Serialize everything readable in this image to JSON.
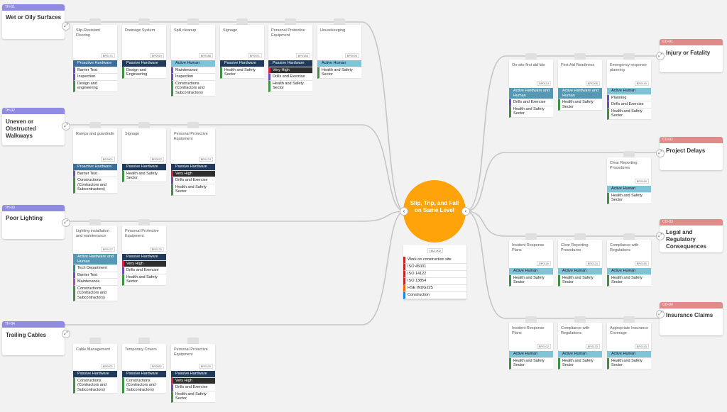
{
  "hazard": {
    "title": "Slip, Trip, and Fall on Same Level",
    "code": "HAZ-002",
    "tags": [
      {
        "label": "Work on construction site",
        "color": "red"
      },
      {
        "label": "ISO 45001",
        "color": "red"
      },
      {
        "label": "ISO 14122",
        "color": "red"
      },
      {
        "label": "ISO 13854",
        "color": "red"
      },
      {
        "label": "HSE INDG225",
        "color": "orange"
      },
      {
        "label": "Construction",
        "color": "blue"
      }
    ]
  },
  "threats": [
    {
      "code": "TH-01",
      "title": "Wet or Oily Surfaces",
      "barriers": [
        {
          "name": "Slip-Resistant Flooring",
          "id": "BP0171",
          "rows": [
            {
              "text": "Proactive Hardware",
              "style": "hw-proactive"
            },
            {
              "text": "Barrier Test",
              "style": "cat-purple"
            },
            {
              "text": "Inspection",
              "style": "cat-purple"
            },
            {
              "text": "Design and engineering",
              "style": "cat-green"
            }
          ]
        },
        {
          "name": "Drainage System",
          "id": "BP0019",
          "rows": [
            {
              "text": "Passive Hardware",
              "style": "hw-passive"
            },
            {
              "text": "Design and Engineering",
              "style": "cat-green"
            }
          ]
        },
        {
          "name": "Spill cleanup",
          "id": "BP0188",
          "rows": [
            {
              "text": "Active Human",
              "style": "hw-human"
            },
            {
              "text": "Maintenance",
              "style": "cat-purple"
            },
            {
              "text": "Inspection",
              "style": "cat-purple"
            },
            {
              "text": "Constructions (Contractors and Subcontractors)",
              "style": "cat-green"
            }
          ]
        },
        {
          "name": "Signage",
          "id": "BP0071",
          "rows": [
            {
              "text": "Passive Hardware",
              "style": "hw-passive"
            },
            {
              "text": "Health and Safety Sector",
              "style": "cat-green"
            }
          ]
        },
        {
          "name": "Personal Protective Equipment",
          "id": "BP0168",
          "rows": [
            {
              "text": "Passive Hardware",
              "style": "hw-passive"
            },
            {
              "text": "Very High",
              "style": "effectiveness"
            },
            {
              "text": "Drills and Exercise",
              "style": "cat-purple"
            },
            {
              "text": "Health and Safety Sector",
              "style": "cat-green"
            }
          ]
        },
        {
          "name": "Housekeeping",
          "id": "BP0093",
          "rows": [
            {
              "text": "Active Human",
              "style": "hw-human"
            },
            {
              "text": "Health and Safety Sector",
              "style": "cat-green"
            }
          ]
        }
      ]
    },
    {
      "code": "TH-02",
      "title": "Uneven or Obstructed Walkways",
      "barriers": [
        {
          "name": "Ramps and guardrails",
          "id": "BP0001",
          "rows": [
            {
              "text": "Proactive Hardware",
              "style": "hw-proactive"
            },
            {
              "text": "Barrier Test",
              "style": "cat-purple"
            },
            {
              "text": "Constructions (Contractors and Subcontractors)",
              "style": "cat-green"
            }
          ]
        },
        {
          "name": "Signage",
          "id": "BP0072",
          "rows": [
            {
              "text": "Passive Hardware",
              "style": "hw-passive"
            },
            {
              "text": "Health and Safety Sector",
              "style": "cat-green"
            }
          ]
        },
        {
          "name": "Personal Protective Equipment",
          "id": "BP0174",
          "rows": [
            {
              "text": "Passive Hardware",
              "style": "hw-passive"
            },
            {
              "text": "Very High",
              "style": "effectiveness"
            },
            {
              "text": "Drills and Exercise",
              "style": "cat-purple"
            },
            {
              "text": "Health and Safety Sector",
              "style": "cat-green"
            }
          ]
        }
      ]
    },
    {
      "code": "TH-03",
      "title": "Poor Lighting",
      "barriers": [
        {
          "name": "Lighting installation and maintenance",
          "id": "BP0127",
          "rows": [
            {
              "text": "Active Hardware and Human",
              "style": "hw-mixed"
            },
            {
              "text": "Tech Department",
              "style": "cat-teal"
            },
            {
              "text": "Barrier Test",
              "style": "cat-purple"
            },
            {
              "text": "Maintenance",
              "style": "cat-pink"
            },
            {
              "text": "Constructions (Contractors and Subcontractors)",
              "style": "cat-green"
            }
          ]
        },
        {
          "name": "Personal Protective Equipment",
          "id": "BP0175",
          "rows": [
            {
              "text": "Passive Hardware",
              "style": "hw-passive"
            },
            {
              "text": "Very High",
              "style": "effectiveness"
            },
            {
              "text": "Drills and Exercise",
              "style": "cat-purple"
            },
            {
              "text": "Health and Safety Sector",
              "style": "cat-green"
            }
          ]
        }
      ]
    },
    {
      "code": "TH-04",
      "title": "Trailing Cables",
      "barriers": [
        {
          "name": "Cable Management",
          "id": "BP0021",
          "rows": [
            {
              "text": "Passive Hardware",
              "style": "hw-passive"
            },
            {
              "text": "Constructions (Contractors and Subcontractors)",
              "style": "cat-green"
            }
          ]
        },
        {
          "name": "Temporary Covers",
          "id": "BP0052",
          "rows": [
            {
              "text": "Passive Hardware",
              "style": "hw-passive"
            },
            {
              "text": "Constructions (Contractors and Subcontractors)",
              "style": "cat-green"
            }
          ]
        },
        {
          "name": "Personal Protective Equipment",
          "id": "BP0120",
          "rows": [
            {
              "text": "Passive Hardware",
              "style": "hw-passive"
            },
            {
              "text": "Very High",
              "style": "effectiveness"
            },
            {
              "text": "Drills and Exercise",
              "style": "cat-purple"
            },
            {
              "text": "Health and Safety Sector",
              "style": "cat-green"
            }
          ]
        }
      ]
    }
  ],
  "consequences": [
    {
      "code": "CO-01",
      "title": "Injury or Fatality",
      "barriers": [
        {
          "name": "On-site first aid kits",
          "id": "BP0113",
          "rows": [
            {
              "text": "Active Hardware and Human",
              "style": "hw-mixed"
            },
            {
              "text": "Drills and Exercise",
              "style": "cat-purple"
            },
            {
              "text": "Health and Safety Sector",
              "style": "cat-green"
            }
          ]
        },
        {
          "name": "First Aid Readiness",
          "id": "BP0208",
          "rows": [
            {
              "text": "Active Hardware and Human",
              "style": "hw-mixed"
            },
            {
              "text": "Health and Safety Sector",
              "style": "cat-green"
            }
          ]
        },
        {
          "name": "Emergency response planning",
          "id": "BP0143",
          "rows": [
            {
              "text": "Active Human",
              "style": "hw-human"
            },
            {
              "text": "Planning",
              "style": "cat-purple"
            },
            {
              "text": "Drills and Exercise",
              "style": "cat-purple"
            },
            {
              "text": "Health and Safety Sector",
              "style": "cat-green"
            }
          ]
        }
      ]
    },
    {
      "code": "CO-02",
      "title": "Project Delays",
      "barriers": [
        {
          "name": "Clear Reporting Procedures",
          "id": "BP0160",
          "rows": [
            {
              "text": "Active Human",
              "style": "hw-human"
            },
            {
              "text": "Health and Safety Sector",
              "style": "cat-green"
            }
          ]
        }
      ]
    },
    {
      "code": "CO-03",
      "title": "Legal and Regulatory Consequences",
      "barriers": [
        {
          "name": "Incident Response Plans",
          "id": "BP0116",
          "rows": [
            {
              "text": "Active Human",
              "style": "hw-human"
            },
            {
              "text": "Health and Safety Sector",
              "style": "cat-green"
            }
          ]
        },
        {
          "name": "Clear Reporting Procedures",
          "id": "BP0124",
          "rows": [
            {
              "text": "Active Human",
              "style": "hw-human"
            },
            {
              "text": "Health and Safety Sector",
              "style": "cat-green"
            }
          ]
        },
        {
          "name": "Compliance with Regulations",
          "id": "BP0180",
          "rows": [
            {
              "text": "Active Human",
              "style": "hw-human"
            },
            {
              "text": "Health and Safety Sector",
              "style": "cat-green"
            }
          ]
        }
      ]
    },
    {
      "code": "CO-04",
      "title": "Insurance Claims",
      "barriers": [
        {
          "name": "Incident Response Plans",
          "id": "BP0102",
          "rows": [
            {
              "text": "Active Human",
              "style": "hw-human"
            },
            {
              "text": "Health and Safety Sector",
              "style": "cat-green"
            }
          ]
        },
        {
          "name": "Compliance with Regulations",
          "id": "BP0133",
          "rows": [
            {
              "text": "Active Human",
              "style": "hw-human"
            },
            {
              "text": "Health and Safety Sector",
              "style": "cat-green"
            }
          ]
        },
        {
          "name": "Appropriate Insurance Coverage",
          "id": "BP0143",
          "rows": [
            {
              "text": "Active Human",
              "style": "hw-human"
            },
            {
              "text": "Health and Safety Sector",
              "style": "cat-green"
            }
          ]
        }
      ]
    }
  ]
}
